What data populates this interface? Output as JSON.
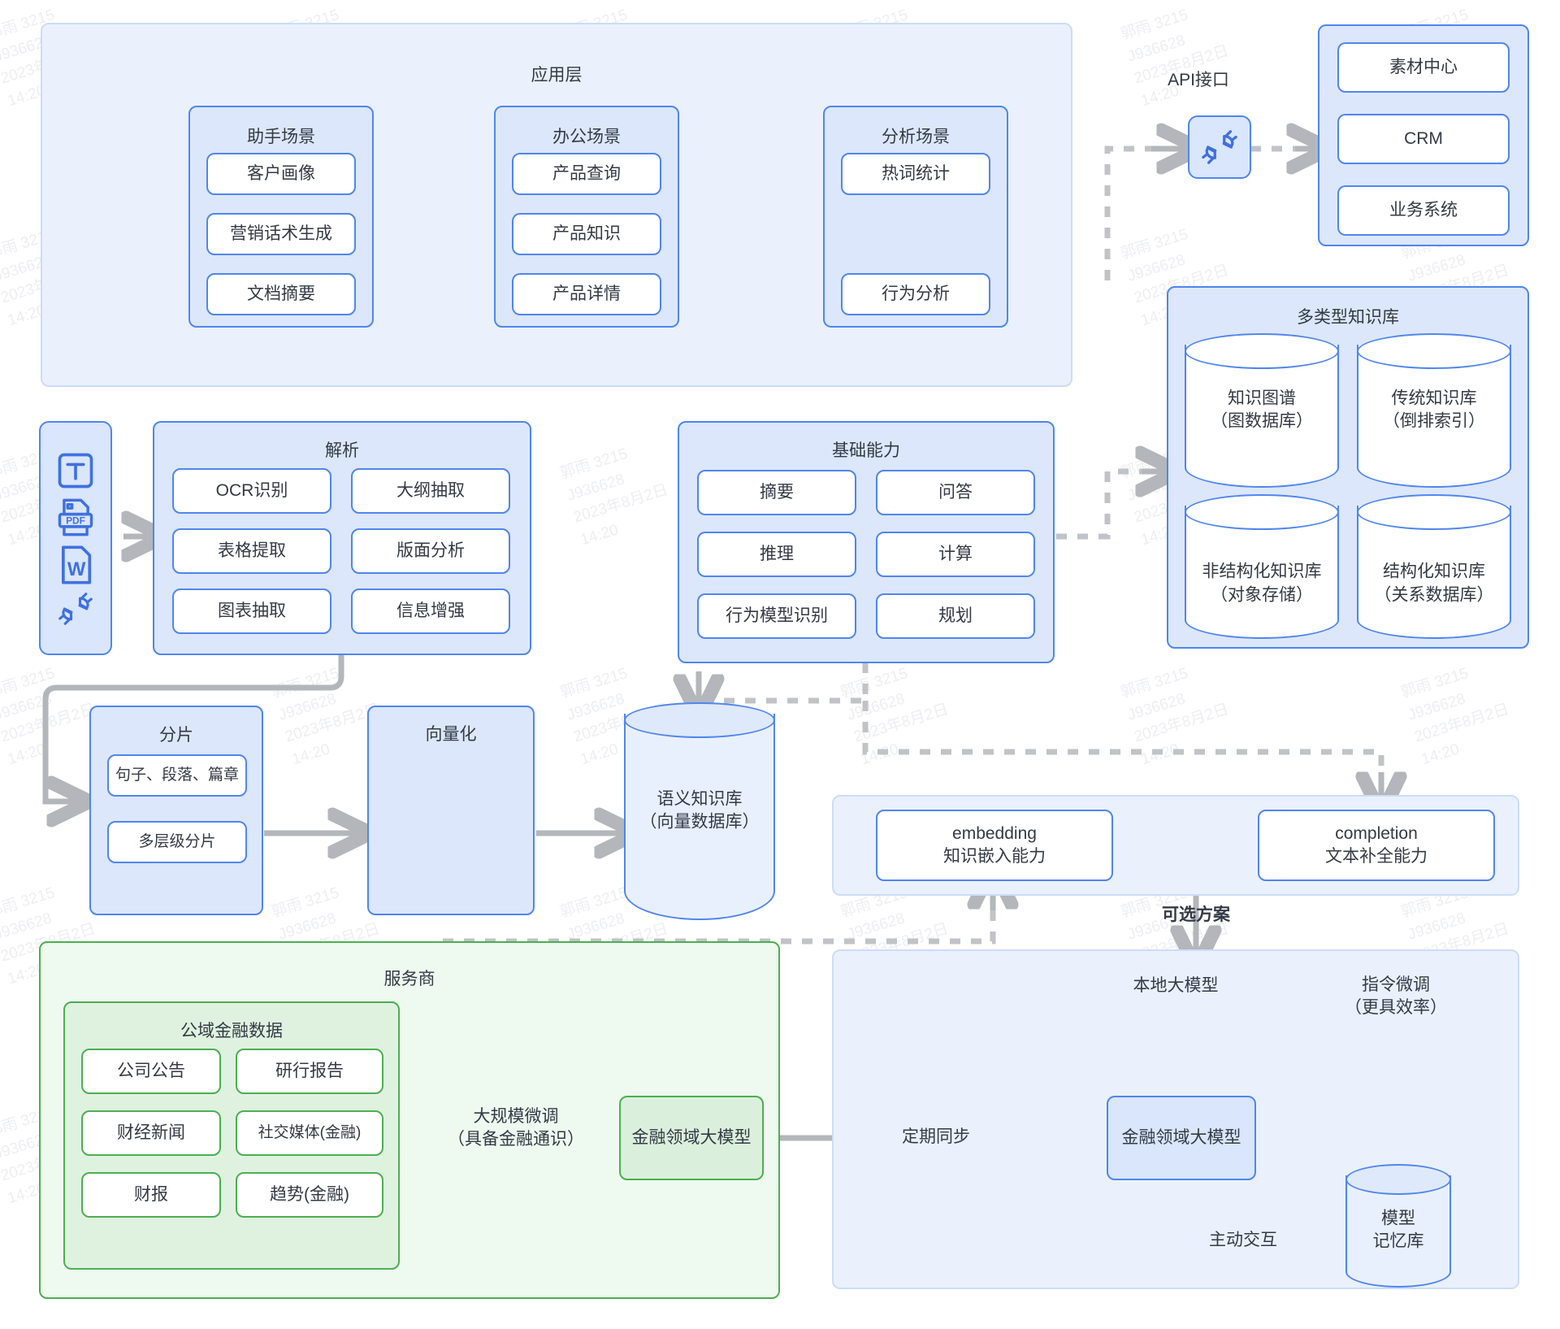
{
  "watermark": {
    "line1": "郭雨 3215",
    "line2": "J936628",
    "line3": "2023年8月2日",
    "line4": "14:20"
  },
  "application_layer": {
    "title": "应用层",
    "groups": [
      {
        "title": "助手场景",
        "items": [
          "客户画像",
          "营销话术生成",
          "文档摘要"
        ]
      },
      {
        "title": "办公场景",
        "items": [
          "产品查询",
          "产品知识",
          "产品详情"
        ]
      },
      {
        "title": "分析场景",
        "items": [
          "热词统计",
          "行为分析"
        ]
      }
    ]
  },
  "api": {
    "title": "API接口",
    "icon": "plug-icon"
  },
  "business_systems": {
    "items": [
      "素材中心",
      "CRM",
      "业务系统"
    ]
  },
  "knowledge_bases": {
    "title": "多类型知识库",
    "items": [
      {
        "name": "知识图谱",
        "sub": "（图数据库）"
      },
      {
        "name": "传统知识库",
        "sub": "（倒排索引）"
      },
      {
        "name": "非结构化知识库",
        "sub": "（对象存储）"
      },
      {
        "name": "结构化知识库",
        "sub": "（关系数据库）"
      }
    ]
  },
  "file_types": {
    "icons": [
      "text-file-icon",
      "pdf-file-icon",
      "word-file-icon",
      "plug-icon"
    ]
  },
  "parsing": {
    "title": "解析",
    "items": [
      "OCR识别",
      "大纲抽取",
      "表格提取",
      "版面分析",
      "图表抽取",
      "信息增强"
    ]
  },
  "base_capability": {
    "title": "基础能力",
    "items": [
      "摘要",
      "问答",
      "推理",
      "计算",
      "行为模型识别",
      "规划"
    ]
  },
  "chunking": {
    "title": "分片",
    "items": [
      "句子、段落、篇章",
      "多层级分片"
    ]
  },
  "vectorize": {
    "title": "向量化"
  },
  "semantic_kb": {
    "name": "语义知识库",
    "sub": "（向量数据库）"
  },
  "model_capabilities": {
    "items": [
      {
        "name": "embedding",
        "sub": "知识嵌入能力"
      },
      {
        "name": "completion",
        "sub": "文本补全能力"
      }
    ]
  },
  "optional_label": "可选方案",
  "service_provider": {
    "title": "服务商",
    "public_data": {
      "title": "公域金融数据",
      "items": [
        "公司公告",
        "研行报告",
        "财经新闻",
        "社交媒体(金融)",
        "财报",
        "趋势(金融)"
      ]
    },
    "finetune_label": "大规模微调\n（具备金融通识）",
    "model_box": "金融领域大模型"
  },
  "local_model": {
    "title": "本地大模型",
    "sync_label": "定期同步",
    "model_box": "金融领域大模型",
    "instruct_label": "指令微调\n（更具效率）",
    "interact_label": "主动交互",
    "memory_db": "模型\n记忆库"
  },
  "colors": {
    "blue_border": "#4f86ef",
    "blue_fill": "#dce7fb",
    "blue_group": "#e8effc",
    "green_border": "#4caf50",
    "green_fill": "#dff2e0",
    "arrow_gray": "#b3b6bb"
  }
}
